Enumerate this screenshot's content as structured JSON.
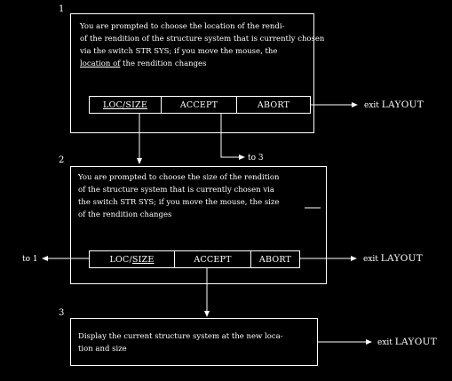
{
  "steps": [
    {
      "number": "1",
      "lines": [
        "You are prompted to choose the location of the rendi-",
        "of the rendition of the structure system that is currently chosen",
        "via the switch STR SYS; if you move the mouse, the",
        {
          "underlined": "location of",
          "rest": " the rendition changes"
        }
      ],
      "buttons": [
        {
          "label": "LOC/SIZE",
          "underline": "all"
        },
        {
          "label": "ACCEPT"
        },
        {
          "label": "ABORT"
        }
      ]
    },
    {
      "number": "2",
      "lines": [
        "You are prompted to choose the size of the rendition",
        "of the  structure system that is currently chosen via",
        "the switch STR SYS; if you move the mouse, the size",
        "of the rendition changes"
      ],
      "buttons": [
        {
          "label_plain": "LOC/",
          "label_under": "SIZE"
        },
        {
          "label": "ACCEPT"
        },
        {
          "label": "ABORT"
        }
      ]
    },
    {
      "number": "3",
      "lines": [
        "Display the current structure system at the new loca-",
        "tion and size"
      ]
    }
  ],
  "connectors": {
    "exit_prefix": "exit",
    "exit_target": "LAYOUT",
    "to_3": "to 3",
    "to_1": "to 1"
  }
}
